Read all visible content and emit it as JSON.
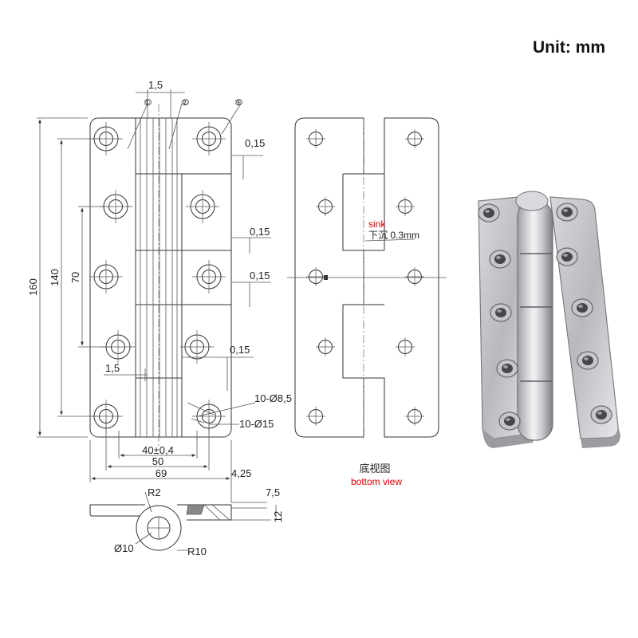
{
  "unit": "Unit:  mm",
  "front": {
    "dims": {
      "d160": "160",
      "d140": "140",
      "d70": "70",
      "d1_5_top": "1,5",
      "d1_5_bottom": "1,5",
      "d0_15_a": "0,15",
      "d0_15_b": "0,15",
      "d0_15_c": "0,15",
      "d0_15_d": "0,15",
      "hole_small": "10-Ø8,5",
      "hole_large": "10-Ø15",
      "d40": "40±0,4",
      "d50": "50",
      "d69": "69"
    },
    "callouts": [
      "①",
      "②",
      "③"
    ]
  },
  "side": {
    "dims": {
      "d4_25": "4,25",
      "d7_5": "7,5",
      "d12": "12",
      "r2": "R2",
      "r10": "R10",
      "phi10": "Ø10"
    }
  },
  "bottom": {
    "sink_label": "sink",
    "sink_depth": "下沉 0.3mm",
    "caption_cn": "底视图",
    "caption_en": "bottom view"
  },
  "colors": {
    "line": "#333333",
    "sink_red": "#e00000",
    "steel_light": "#e8e8ea",
    "steel_dark": "#8a8c90"
  }
}
